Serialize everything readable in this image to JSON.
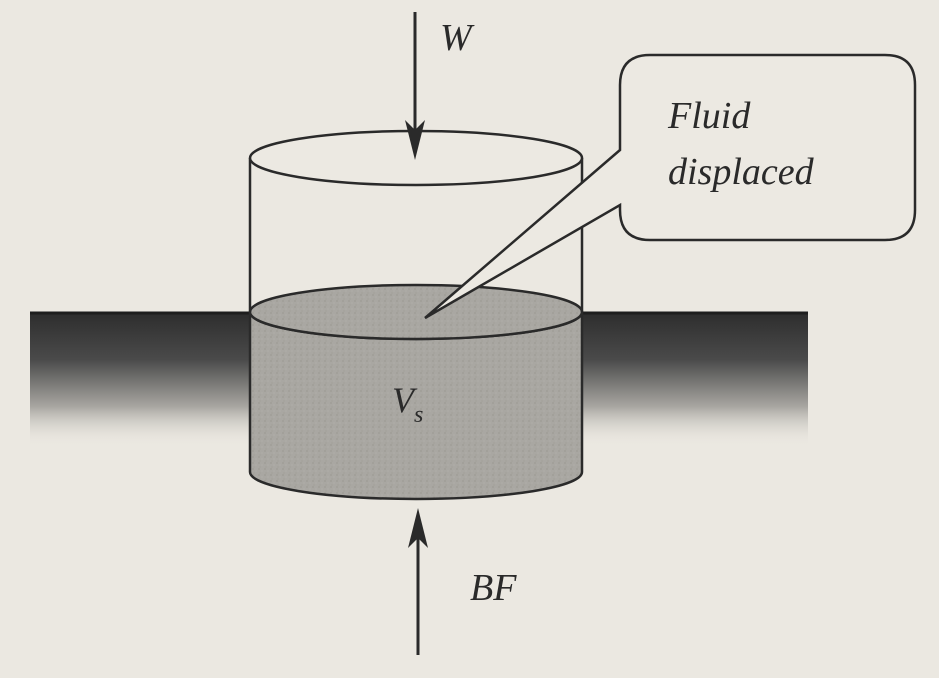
{
  "labels": {
    "weight": "W",
    "buoyant_force": "BF",
    "volume_main": "V",
    "volume_sub": "s",
    "callout_line1": "Fluid",
    "callout_line2": "displaced"
  }
}
